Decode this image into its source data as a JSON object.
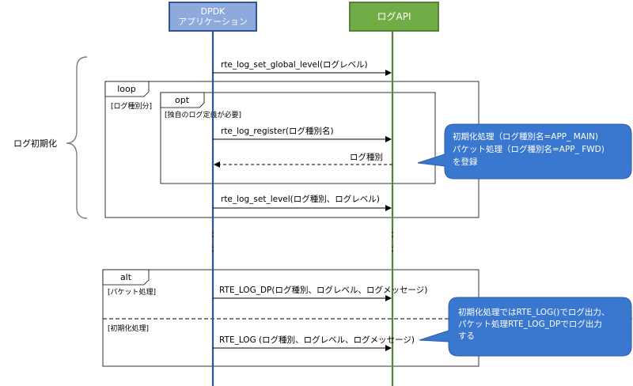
{
  "lifelines": {
    "app": {
      "line1": "DPDK",
      "line2": "アプリケーション",
      "color": "#2E5597",
      "fill": "#8EA9DB"
    },
    "log": {
      "label": "ログAPI",
      "color": "#548235",
      "fill": "#70AD47"
    }
  },
  "brace_label": "ログ初期化",
  "frames": {
    "loop": {
      "title": "loop",
      "guard": "[ログ種別分]"
    },
    "opt": {
      "title": "opt",
      "guard": "[独自のログ定義が必要]"
    },
    "alt": {
      "title": "alt",
      "guard1": "[パケット処理]",
      "guard2": "[初期化処理]"
    }
  },
  "messages": {
    "m1": "rte_log_set_global_level(ログレベル)",
    "m2": "rte_log_register(ログ種別名)",
    "m3": "ログ種別",
    "m4": "rte_log_set_level(ログ種別、ログレベル)",
    "m5": "RTE_LOG_DP(ログ種別、ログレベル、ログメッセージ)",
    "m6": "RTE_LOG (ログ種別、ログレベル、ログメッセージ)"
  },
  "continuation": {
    "dots": ":"
  },
  "callouts": {
    "c1": {
      "line1": "初期化処理（ログ種別名=APP_ MAIN)",
      "line2": "パケット処理（ログ種別名=APP_ FWD)",
      "line3": "を登録",
      "color": "#3A78D0"
    },
    "c2": {
      "line1": "初期化処理ではRTE_LOG()でログ出力、",
      "line2": "パケット処理RTE_LOG_DPでログ出力",
      "line3": "する",
      "color": "#3A78D0"
    }
  }
}
